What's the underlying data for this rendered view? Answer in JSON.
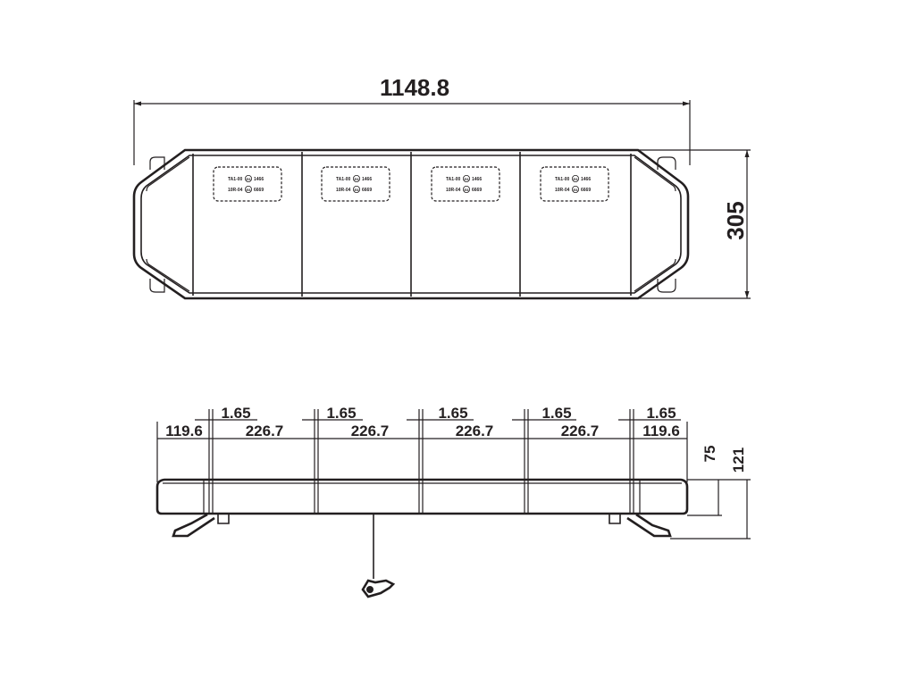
{
  "top_view": {
    "overall_length": "1148.8",
    "overall_width": "305",
    "module_labels": [
      {
        "line1": "TA1-00",
        "mark1": "E8",
        "code1": "1466",
        "line2": "10R-04",
        "mark2": "E8",
        "code2": "6669"
      },
      {
        "line1": "TA1-00",
        "mark1": "E8",
        "code1": "1466",
        "line2": "10R-04",
        "mark2": "E8",
        "code2": "6669"
      },
      {
        "line1": "TA1-00",
        "mark1": "E8",
        "code1": "1466",
        "line2": "10R-04",
        "mark2": "E8",
        "code2": "6669"
      },
      {
        "line1": "TA1-00",
        "mark1": "E8",
        "code1": "1466",
        "line2": "10R-04",
        "mark2": "E8",
        "code2": "6669"
      }
    ]
  },
  "side_view": {
    "gaps": [
      "1.65",
      "1.65",
      "1.65",
      "1.65",
      "1.65"
    ],
    "segments": [
      "119.6",
      "226.7",
      "226.7",
      "226.7",
      "226.7",
      "119.6"
    ],
    "height_body": "75",
    "height_total": "121"
  }
}
